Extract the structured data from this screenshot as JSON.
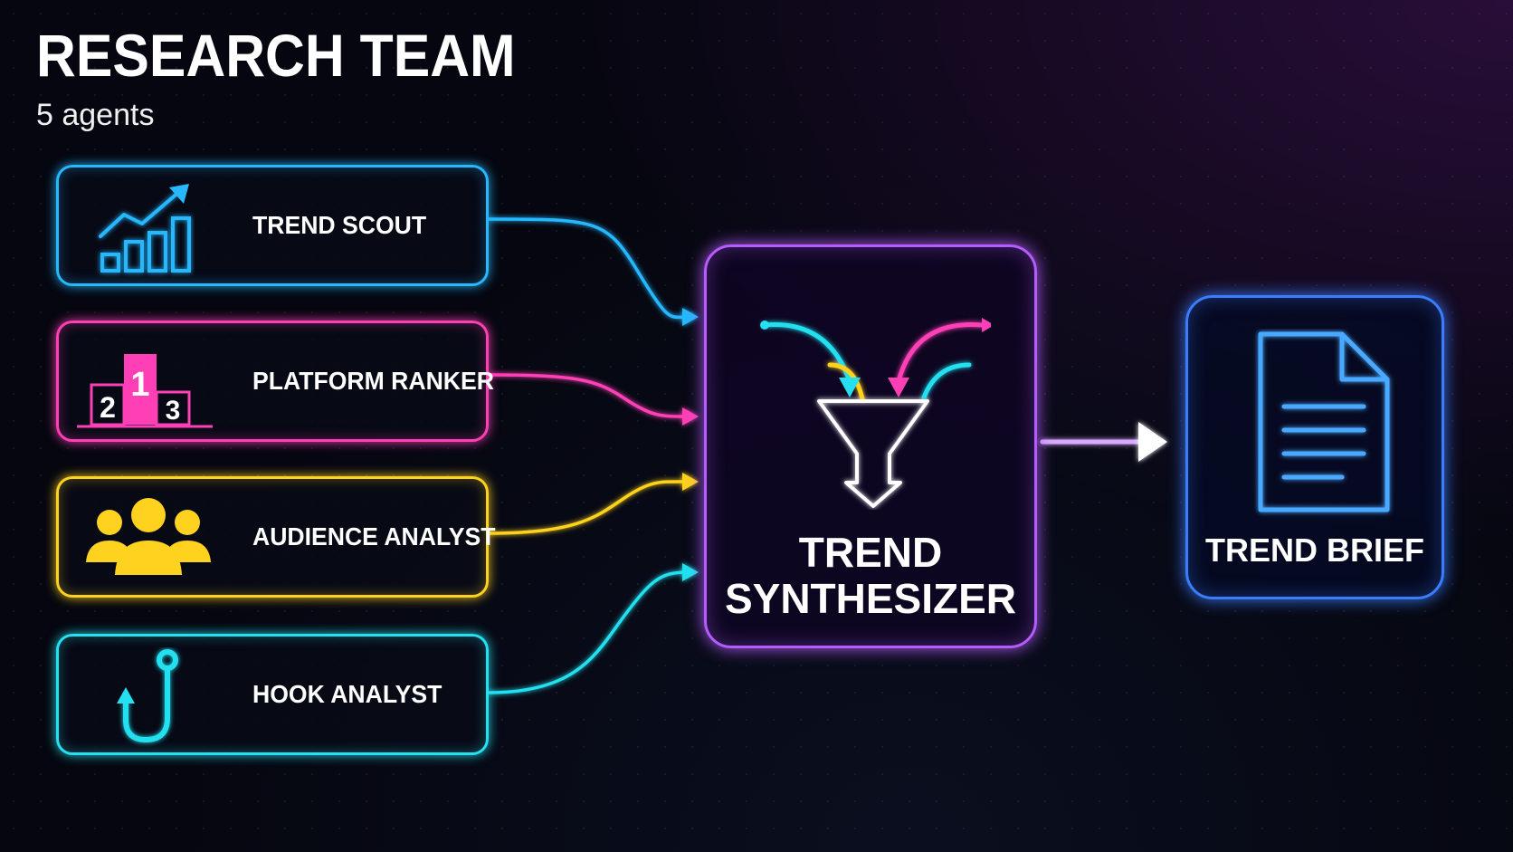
{
  "header": {
    "title": "RESEARCH TEAM",
    "subtitle": "5 agents"
  },
  "agents": [
    {
      "label": "TREND SCOUT",
      "icon": "trend-chart-icon",
      "color": "#27b8ff"
    },
    {
      "label": "PLATFORM RANKER",
      "icon": "podium-icon",
      "color": "#ff3fb6",
      "podium_numbers": [
        "2",
        "1",
        "3"
      ]
    },
    {
      "label": "AUDIENCE ANALYST",
      "icon": "audience-icon",
      "color": "#ffd21f"
    },
    {
      "label": "HOOK ANALYST",
      "icon": "hook-icon",
      "color": "#24e0f0"
    }
  ],
  "synthesizer": {
    "label_line1": "TREND",
    "label_line2": "SYNTHESIZER",
    "icon": "funnel-icon",
    "color": "#b65cff"
  },
  "output": {
    "label": "TREND BRIEF",
    "icon": "document-icon",
    "color": "#3a7dff"
  }
}
